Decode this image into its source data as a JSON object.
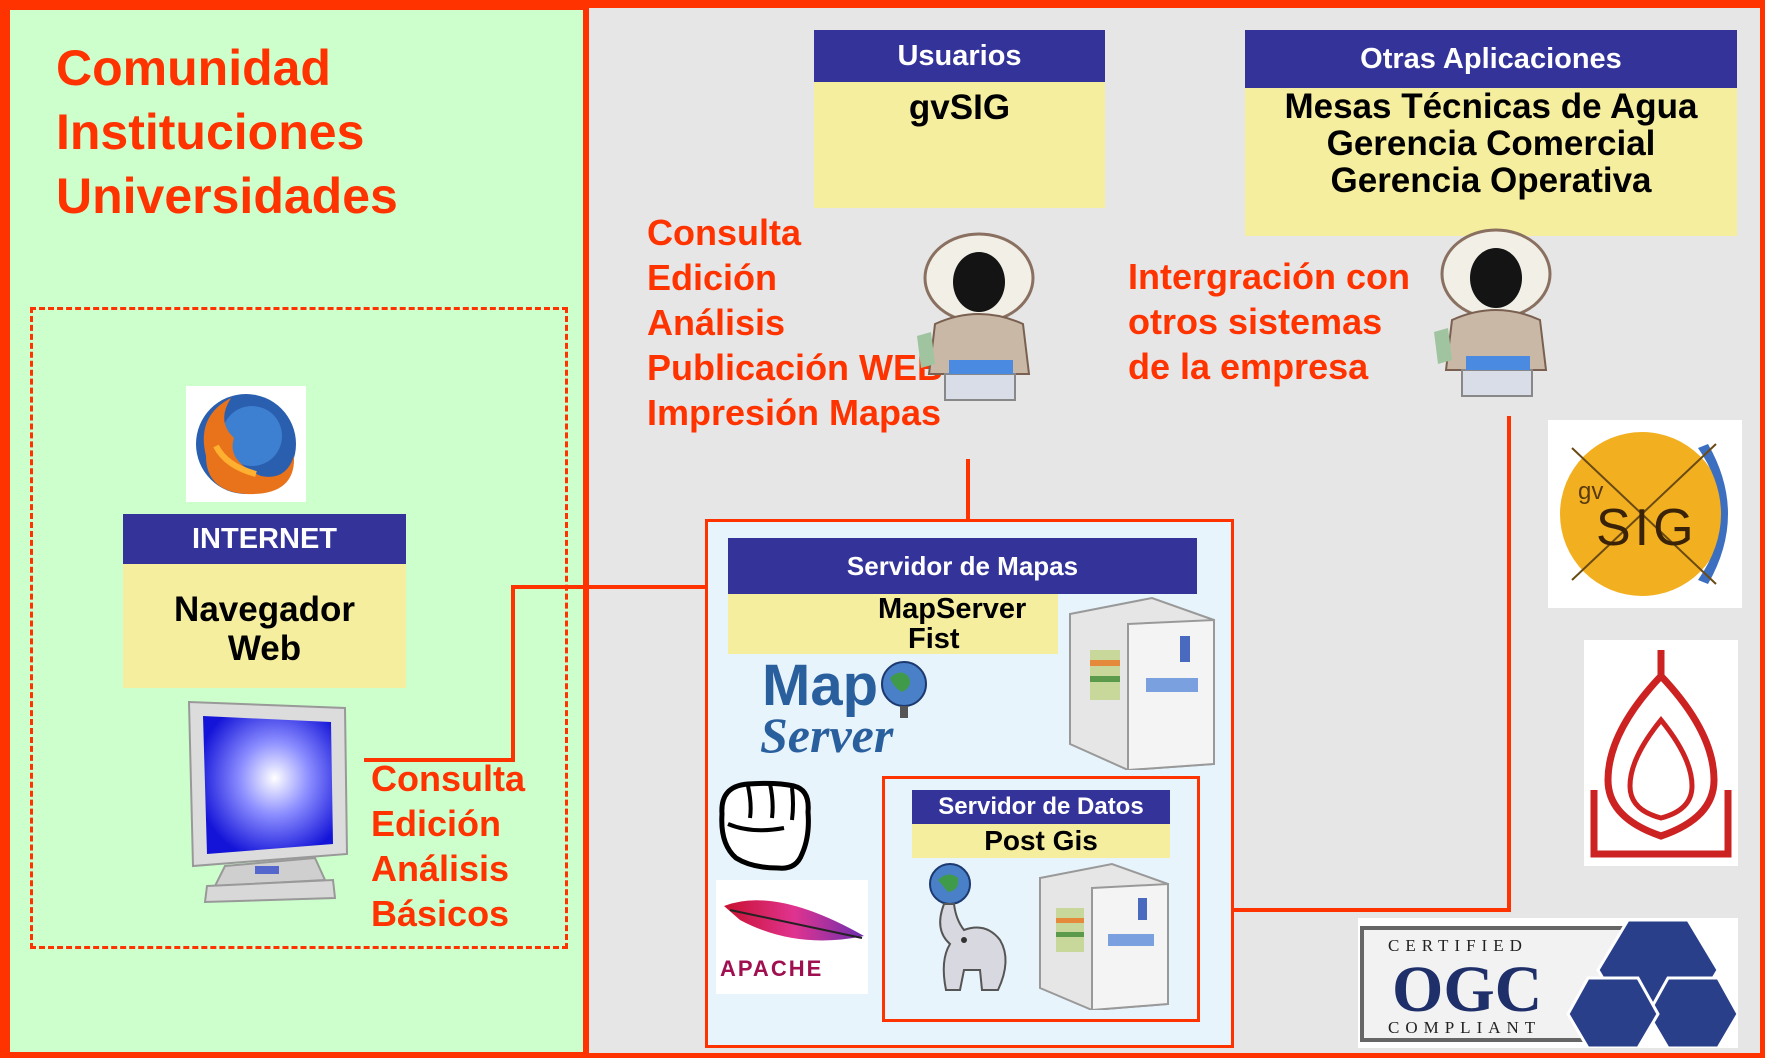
{
  "community": {
    "lines": [
      "Comunidad",
      "Instituciones",
      "Universidades"
    ]
  },
  "internet_box": {
    "header": "INTERNET",
    "body_line1": "Navegador",
    "body_line2": "Web"
  },
  "client_actions": [
    "Consulta",
    "Edición",
    "Análisis",
    "Básicos"
  ],
  "usuarios_box": {
    "header": "Usuarios",
    "body": "gvSIG"
  },
  "user_actions": [
    "Consulta",
    "Edición",
    "Análisis",
    "Publicación WEB",
    "Impresión Mapas"
  ],
  "otras_box": {
    "header": "Otras Aplicaciones",
    "items": [
      "Mesas Técnicas de Agua",
      "Gerencia Comercial",
      "Gerencia Operativa"
    ]
  },
  "integration_text": [
    "Intergración con",
    "otros sistemas",
    "de la empresa"
  ],
  "map_server": {
    "header": "Servidor de Mapas",
    "line1": "MapServer",
    "line2": "Fist"
  },
  "data_server": {
    "header": "Servidor de Datos",
    "body": "Post Gis"
  },
  "logos": {
    "mapserver_line1": "Map",
    "mapserver_line2": "Server",
    "apache": "APACHE",
    "gvsig_small": "gv",
    "gvsig_big": "SIG",
    "ogc_top": "CERTIFIED",
    "ogc_mid": "OGC",
    "ogc_bottom": "COMPLIANT"
  },
  "colors": {
    "accent": "#ff3300",
    "header_blue": "#333399",
    "label_yellow": "#f5ee9e",
    "community_green": "#ccffcc",
    "background": "#e6e6e6"
  }
}
